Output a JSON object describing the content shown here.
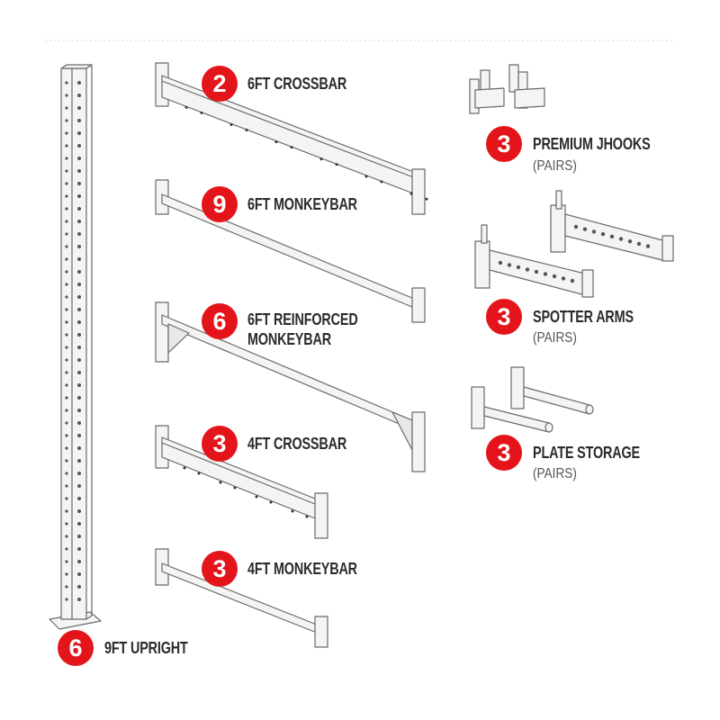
{
  "colors": {
    "badge": "#e4141b",
    "label": "#2b2b2b",
    "steel": "#f4f4f2",
    "outline": "#6a6a6a"
  },
  "items": [
    {
      "qty": "2",
      "name": "6FT CROSSBAR"
    },
    {
      "qty": "9",
      "name": "6FT MONKEYBAR"
    },
    {
      "qty": "6",
      "name_line1": "6FT REINFORCED",
      "name_line2": "MONKEYBAR"
    },
    {
      "qty": "3",
      "name": "4FT CROSSBAR"
    },
    {
      "qty": "3",
      "name": "4FT MONKEYBAR"
    },
    {
      "qty": "6",
      "name": "9FT UPRIGHT"
    },
    {
      "qty": "3",
      "name": "PREMIUM JHOOKS",
      "note": "(PAIRS)"
    },
    {
      "qty": "3",
      "name": "SPOTTER ARMS",
      "note": "(PAIRS)"
    },
    {
      "qty": "3",
      "name": "PLATE STORAGE",
      "note": "(PAIRS)"
    }
  ]
}
